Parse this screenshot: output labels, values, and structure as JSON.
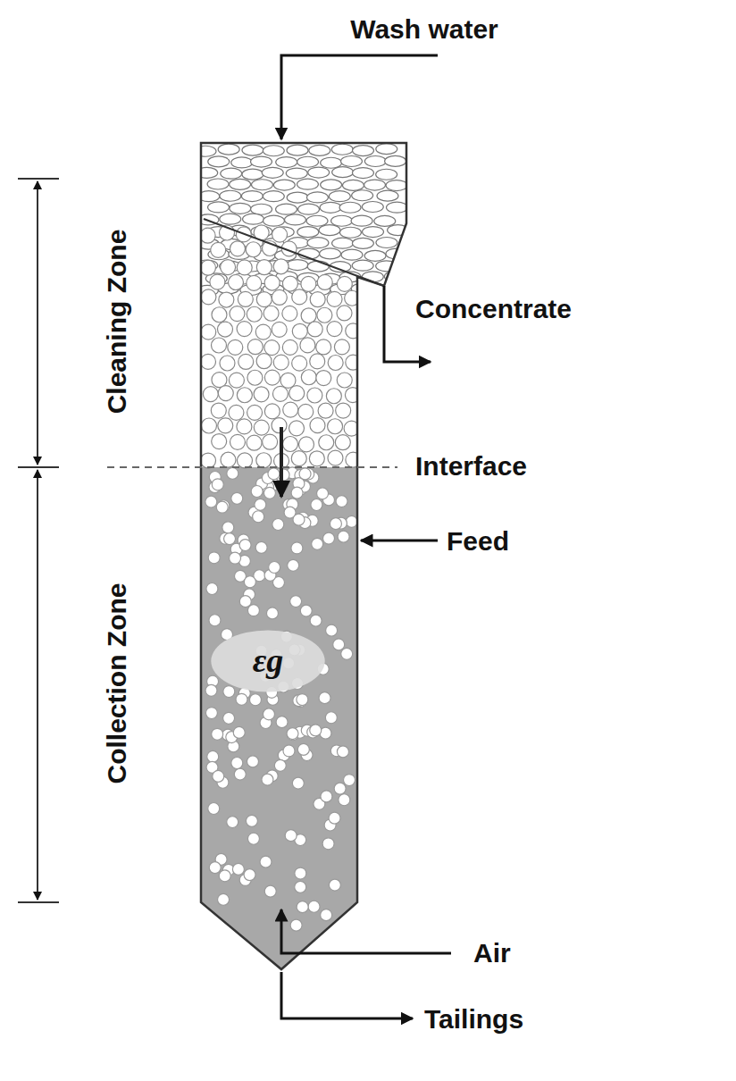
{
  "diagram": {
    "nodes": [
      {
        "text": [
          "εg"
        ]
      }
    ],
    "labels": [
      "Wash water",
      "Cleaning Zone",
      "Concentrate",
      "Interface",
      "Feed",
      "Collection Zone",
      "Air",
      "Tailings"
    ]
  }
}
